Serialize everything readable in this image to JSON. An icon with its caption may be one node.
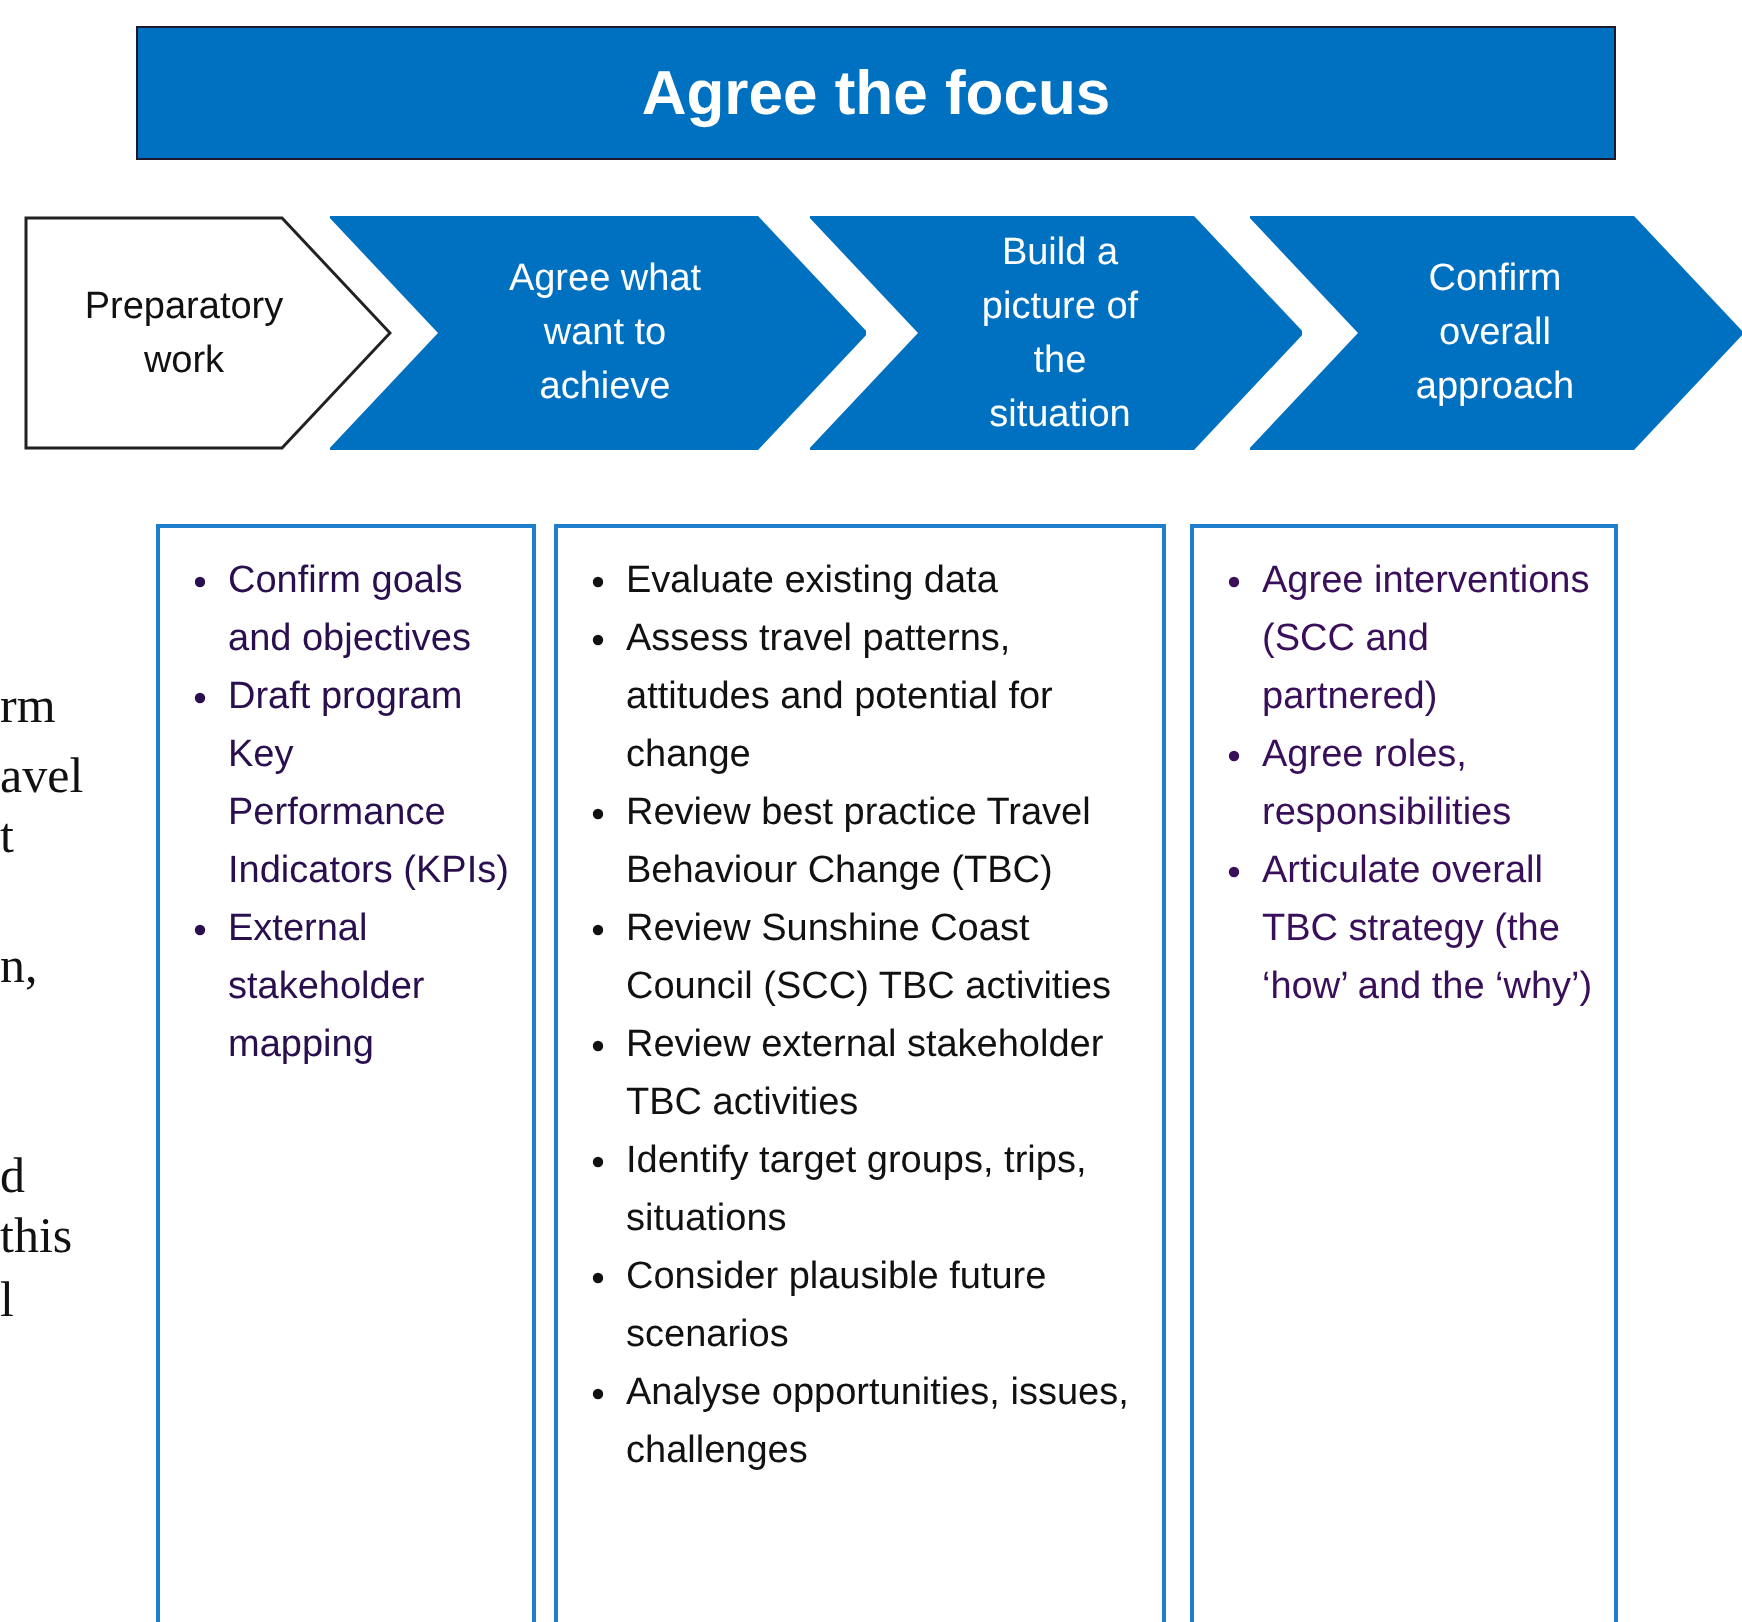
{
  "diagram": {
    "nodes": [
      {
        "text": [
          "Agree the focus"
        ]
      },
      {
        "text": [
          "Preparatory work"
        ]
      },
      {
        "text": [
          "Agree what want to achieve"
        ]
      },
      {
        "text": [
          "Build a picture of the situation"
        ]
      },
      {
        "text": [
          "Confirm overall approach"
        ]
      },
      {
        "text": [
          "Confirm goals and objectives",
          "Draft program Key Performance Indicators (KPIs)",
          "External stakeholder mapping"
        ]
      },
      {
        "text": [
          "Evaluate existing data",
          "Assess travel patterns, attitudes and potential for change",
          "Review best practice Travel Behaviour Change (TBC)",
          "Review Sunshine Coast Council (SCC) TBC activities",
          "Review external stakeholder TBC activities",
          "Identify target groups, trips, situations",
          "Consider plausible future scenarios",
          "Analyse opportunities, issues, challenges"
        ]
      },
      {
        "text": [
          "Agree interventions (SCC and partnered)",
          "Agree roles, responsibilities",
          "Articulate overall TBC strategy (the ‘how’ and the ‘why’)"
        ]
      }
    ],
    "labels": [
      "rm",
      "avel",
      "t",
      "n,",
      "d",
      "this",
      "l"
    ]
  }
}
